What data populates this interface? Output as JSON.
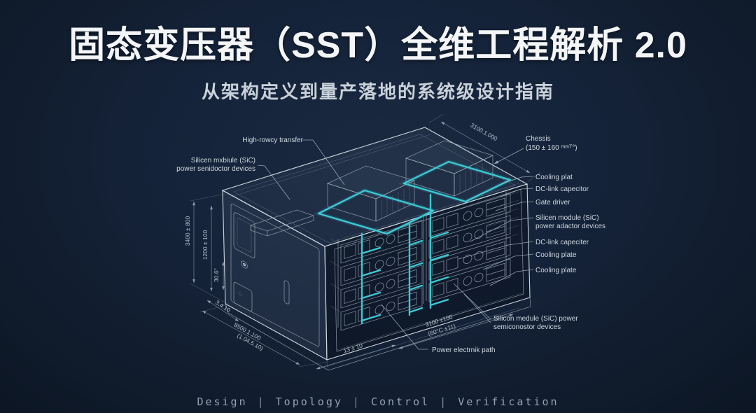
{
  "header": {
    "title": "固态变压器（SST）全维工程解析 2.0",
    "subtitle": "从架构定义到量产落地的系统级设计指南"
  },
  "footer": {
    "items": [
      "Design",
      "Topology",
      "Control",
      "Verification"
    ],
    "separator": "|"
  },
  "diagram": {
    "labels": {
      "high_density_transfer": "High-rowcy transfer",
      "sic_left_line1": "Silicen mxbiule (SiC)",
      "sic_left_line2": "power senidoctor devices",
      "chassis_line1": "Chessis",
      "chassis_line2": "(150 ± 160 ᵐᵐᵀ°)",
      "cooling_plat": "Cooling plat",
      "dc_link_1": "DC-link capecitor",
      "gate_driver": "Gate driver",
      "sic_right_line1": "Silicen module (SiC)",
      "sic_right_line2": "power adactor devices",
      "dc_link_2": "DC-link capeciter",
      "cooling_plate_2": "Cooling plate",
      "cooling_plate_3": "Cooling plate",
      "sic_bottom_line1": "Silicon medule (SiC) power",
      "sic_bottom_line2": "semiconostor devices",
      "power_path": "Power electrnik path"
    },
    "dimensions": {
      "top_right": "3100.1.000",
      "left_outer": "3400 ± 800",
      "left_inner": "1200 ± 100",
      "left_small": "30.6°",
      "bottom_small": "3.4.10",
      "bottom_long_line1": "8500.1.100",
      "bottom_long_line2": "(1.04.5.10)",
      "bottom_mid": "13 ± 10",
      "bottom_right_line1": "3100 ±100",
      "bottom_right_line2": "(60°C ±11)"
    },
    "colors": {
      "background": "#131f2d",
      "accent_teal": "#3cc8d2",
      "wireframe_line": "#aeb9c6"
    }
  }
}
